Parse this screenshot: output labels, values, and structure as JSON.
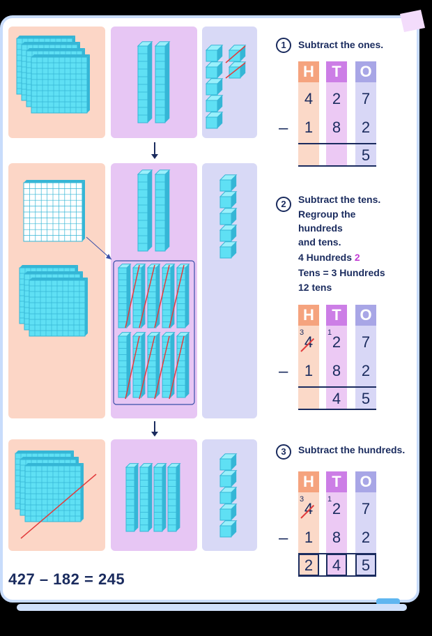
{
  "steps": [
    {
      "number": "1",
      "title": "Subtract the ones."
    },
    {
      "number": "2",
      "title": "Subtract  the tens.",
      "lines": [
        "Regroup the",
        "hundreds",
        "and tens."
      ],
      "regroup_a": "4 Hundreds ",
      "regroup_highlight": "2",
      "regroup_b": "Tens = 3 Hundreds",
      "regroup_c": "12 tens"
    },
    {
      "number": "3",
      "title": "Subtract the hundreds."
    }
  ],
  "headers": [
    "H",
    "T",
    "O"
  ],
  "header_colors": {
    "H": "#f5a37e",
    "T": "#cc7ee6",
    "O": "#a8a6e6"
  },
  "column_tints": {
    "H": "#fbd9c8",
    "T": "#ecc9f4",
    "O": "#d8d7f6"
  },
  "minus_sign": "–",
  "table1": {
    "top": [
      "4",
      "2",
      "7"
    ],
    "bottom": [
      "1",
      "8",
      "2"
    ],
    "result": [
      "",
      "",
      "5"
    ]
  },
  "table2": {
    "carry": [
      "3",
      "1",
      ""
    ],
    "top": [
      "4",
      "2",
      "7"
    ],
    "bottom": [
      "1",
      "8",
      "2"
    ],
    "result": [
      "",
      "4",
      "5"
    ]
  },
  "table3": {
    "carry": [
      "3",
      "1",
      ""
    ],
    "top": [
      "4",
      "2",
      "7"
    ],
    "bottom": [
      "1",
      "8",
      "2"
    ],
    "result": [
      "2",
      "4",
      "5"
    ]
  },
  "equation": "427 – 182 = 245",
  "block_model": {
    "row1": {
      "hundreds_flats": 4,
      "tens_rods": 2,
      "ones_cubes": 7,
      "ones_crossed": 2
    },
    "row2": {
      "hundreds_flats": 3,
      "hundred_broken_flat": 1,
      "tens_rods": 2,
      "regrouped_tens_rods": 10,
      "tens_crossed": 8,
      "ones_cubes": 5
    },
    "row3": {
      "hundreds_flats": 3,
      "hundreds_crossed": 1,
      "tens_rods": 4,
      "ones_cubes": 5
    }
  },
  "colors": {
    "ink": "#1a2b5e",
    "cube_face": "#5fe0f4",
    "cube_side": "#35b6d6",
    "cross_out": "#e23b3b",
    "panel_hundreds": "#fcd6c6",
    "panel_tens": "#e7c6f4",
    "panel_ones": "#d8d9f6",
    "card_border": "#c8dcfb"
  }
}
